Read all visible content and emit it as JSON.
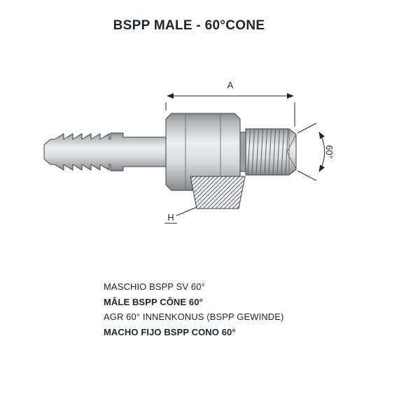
{
  "title": "BSPP MALE - 60°CONE",
  "dimensions": {
    "a": "A",
    "h": "H",
    "angle": "60°"
  },
  "descriptions": {
    "line1": "MASCHIO BSPP SV 60°",
    "line2": "MÂLE BSPP CÔNE 60°",
    "line3": "AGR 60° INNENKONUS (BSPP GEWINDE)",
    "line4": "MACHO FIJO BSPP CONO 60°"
  },
  "colors": {
    "text": "#1b2530",
    "outline": "#3c4147",
    "metal_light": "#eceeef",
    "metal_mid": "#c7cbce",
    "metal_dark": "#878d92"
  }
}
